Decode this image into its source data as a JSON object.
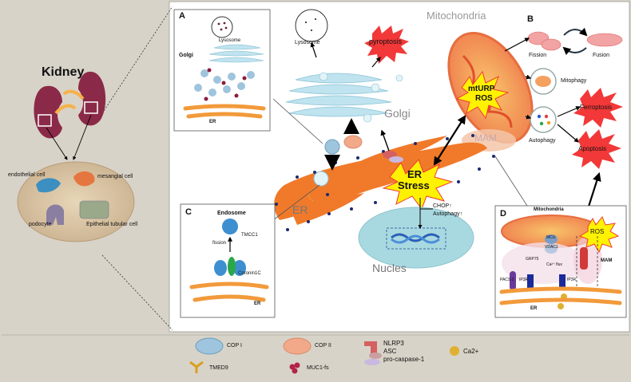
{
  "left_panel": {
    "kidney_title": "Kidney",
    "cells": [
      "endothelial cell",
      "mesangial cell",
      "podocyte",
      "Epithelial tubular cell"
    ]
  },
  "main_labels": {
    "lysosome": "Lysosome",
    "pyroptosis": "pyroptosis",
    "mitochondria": "Mitochondria",
    "golgi": "Golgi",
    "mam": "MAM",
    "mturp": "mtURP",
    "ros": "ROS",
    "er_stress_1": "ER",
    "er_stress_2": "Stress",
    "er": "ER",
    "nucleus": "Nucles",
    "chop": "CHOP↑",
    "autophagy_up": "Autophagy↑",
    "fission": "Fission",
    "fusion": "Fusion",
    "mitophagy": "Mitophagy",
    "autophagy": "Autophagy",
    "ferroptosis": "Ferroptosis",
    "apoptosis": "Apoptosis"
  },
  "panel_a": {
    "letter": "A",
    "lysosome": "Lysosome",
    "golgi": "Golgi",
    "er": "ER"
  },
  "panel_b": {
    "letter": "B"
  },
  "panel_c": {
    "letter": "C",
    "endosome": "Endosome",
    "fission": "fission",
    "tmcc1": "TMCC1",
    "coronin": "Coronin1C",
    "er": "ER"
  },
  "panel_d": {
    "letter": "D",
    "mitochondria": "Mitochondria",
    "mcu": "MCU",
    "vdac": "VDAC1",
    "ros": "ROS",
    "grp75": "GRP75",
    "ca_flux": "Ca²⁺ flux",
    "pacs2": "PACS-2",
    "ip3r_1": "IP3R",
    "ip3r_2": "IP3R",
    "mam": "MAM",
    "er": "ER"
  },
  "legend": {
    "copi": "COP I",
    "copii": "COP II",
    "nlrp3": "NLRP3",
    "asc": "ASC",
    "procasp": "pro-caspase-1",
    "ca": "Ca2+",
    "tmed9": "TMED9",
    "muc1": "MUC1-fs"
  },
  "colors": {
    "background": "#d8d3c8",
    "panel": "#ffffff",
    "er_orange": "#f07a2a",
    "golgi_blue": "#bfe3ef",
    "mito_orange": "#f08a4e",
    "burst_red": "#f23838",
    "burst_yellow": "#fff200",
    "kidney": "#8a2a48",
    "nucleus": "#a9d9e0"
  }
}
